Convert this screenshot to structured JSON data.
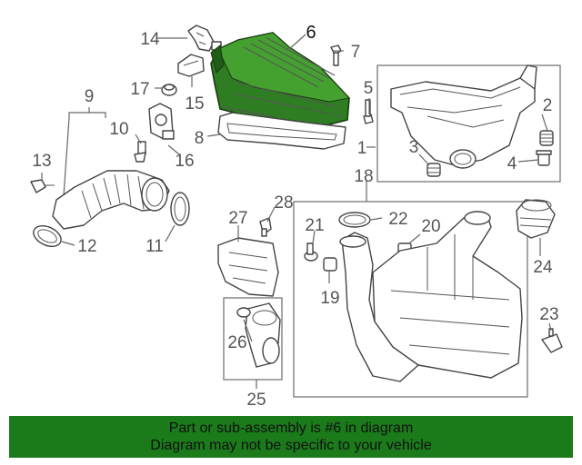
{
  "diagram": {
    "highlight_color": "#2e7d22",
    "callouts": [
      "1",
      "2",
      "3",
      "4",
      "5",
      "6",
      "7",
      "8",
      "9",
      "10",
      "11",
      "12",
      "13",
      "14",
      "15",
      "16",
      "17",
      "18",
      "19",
      "20",
      "21",
      "22",
      "23",
      "24",
      "25",
      "26",
      "27",
      "28"
    ],
    "highlighted_part": "6"
  },
  "banner": {
    "line1": "Part or sub-assembly is #6 in diagram",
    "line2": "Diagram may not be specific to your vehicle",
    "background": "#1b7b1b"
  }
}
